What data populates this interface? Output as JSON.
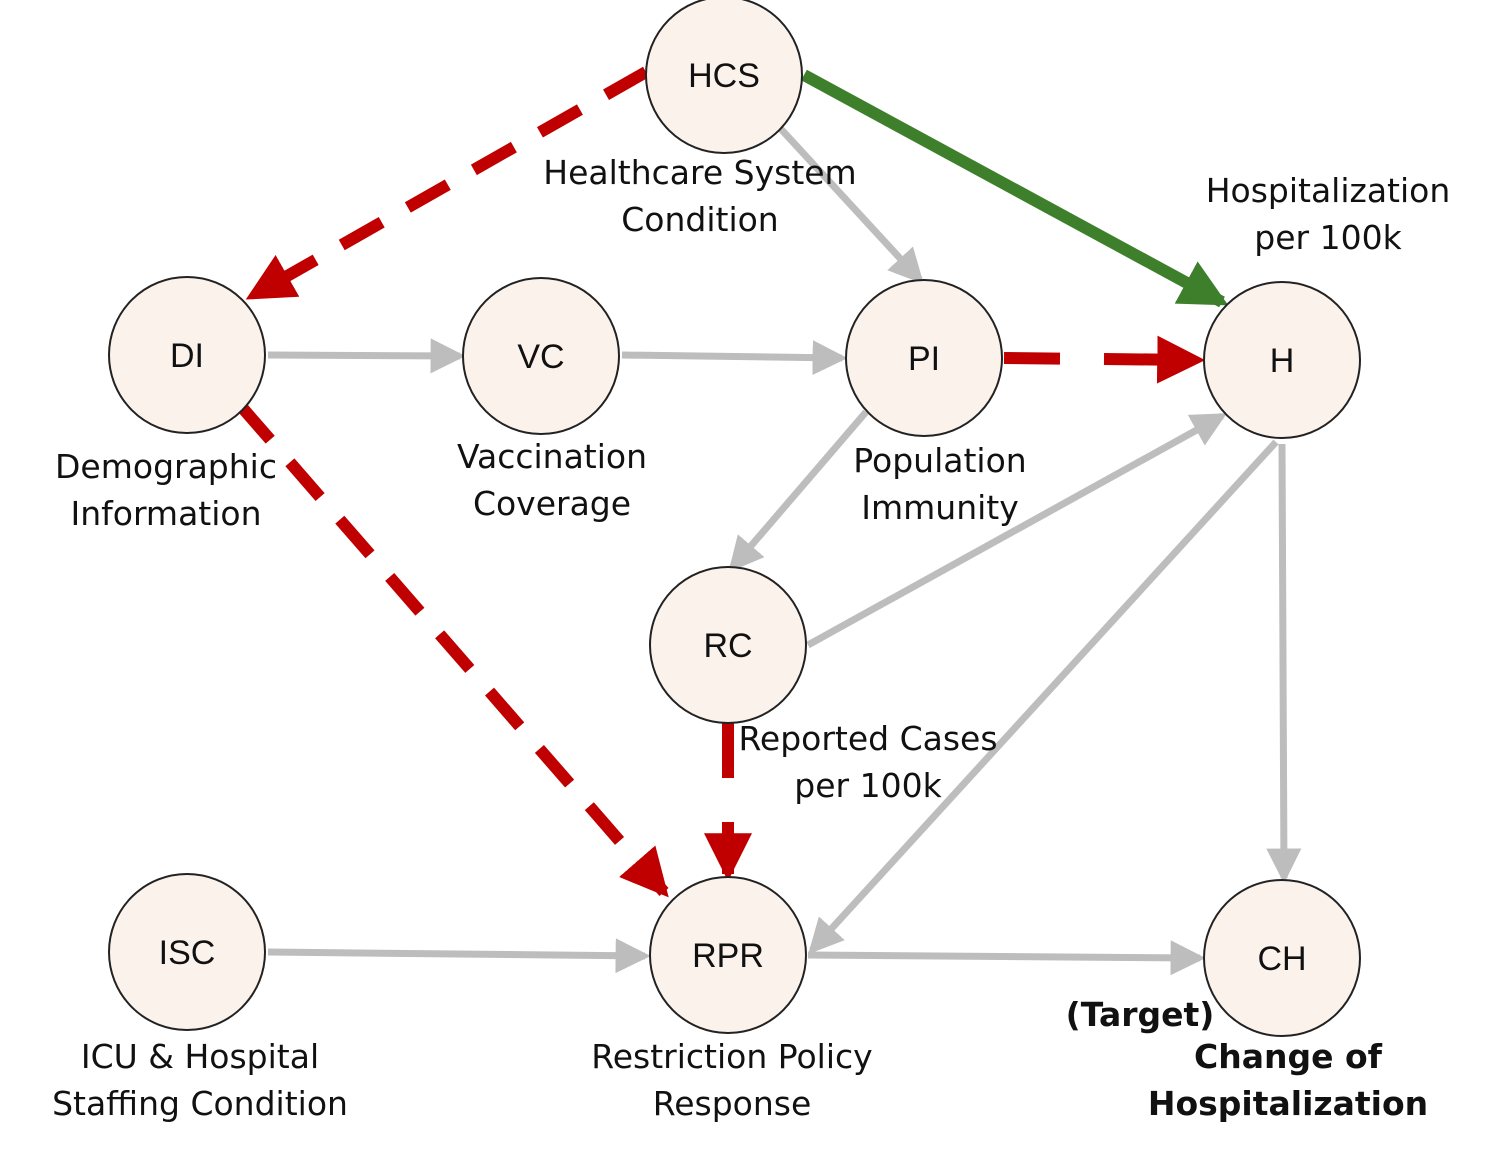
{
  "colors": {
    "node_fill": "#fbf2ec",
    "node_stroke": "#222222",
    "edge_default": "#bdbdbd",
    "edge_red_dashed": "#c00000",
    "edge_green": "#3d7f2a"
  },
  "nodes": [
    {
      "id": "HCS",
      "label": "HCS",
      "caption": [
        "Healthcare System",
        "Condition"
      ]
    },
    {
      "id": "DI",
      "label": "DI",
      "caption": [
        "Demographic",
        "Information"
      ]
    },
    {
      "id": "VC",
      "label": "VC",
      "caption": [
        "Vaccination",
        "Coverage"
      ]
    },
    {
      "id": "PI",
      "label": "PI",
      "caption": [
        "Population",
        "Immunity"
      ]
    },
    {
      "id": "H",
      "label": "H",
      "caption": [
        "Hospitalization",
        "per 100k"
      ]
    },
    {
      "id": "RC",
      "label": "RC",
      "caption": [
        "Reported Cases",
        "per 100k"
      ]
    },
    {
      "id": "ISC",
      "label": "ISC",
      "caption": [
        "ICU & Hospital",
        "Staffing Condition"
      ]
    },
    {
      "id": "RPR",
      "label": "RPR",
      "caption": [
        "Restriction Policy",
        "Response"
      ]
    },
    {
      "id": "CH",
      "label": "CH",
      "caption": [
        "Change of",
        "Hospitalization"
      ],
      "tag": "(Target)"
    }
  ],
  "edges": [
    {
      "from": "HCS",
      "to": "DI",
      "style": "red-dashed"
    },
    {
      "from": "HCS",
      "to": "H",
      "style": "green"
    },
    {
      "from": "HCS",
      "to": "PI",
      "style": "gray"
    },
    {
      "from": "DI",
      "to": "VC",
      "style": "gray"
    },
    {
      "from": "VC",
      "to": "PI",
      "style": "gray"
    },
    {
      "from": "PI",
      "to": "H",
      "style": "red-dashed"
    },
    {
      "from": "PI",
      "to": "RC",
      "style": "gray"
    },
    {
      "from": "RC",
      "to": "H",
      "style": "gray"
    },
    {
      "from": "RC",
      "to": "RPR",
      "style": "red-dashed"
    },
    {
      "from": "DI",
      "to": "RPR",
      "style": "red-dashed"
    },
    {
      "from": "H",
      "to": "RPR",
      "style": "gray"
    },
    {
      "from": "H",
      "to": "CH",
      "style": "gray"
    },
    {
      "from": "ISC",
      "to": "RPR",
      "style": "gray"
    },
    {
      "from": "RPR",
      "to": "CH",
      "style": "gray"
    }
  ]
}
